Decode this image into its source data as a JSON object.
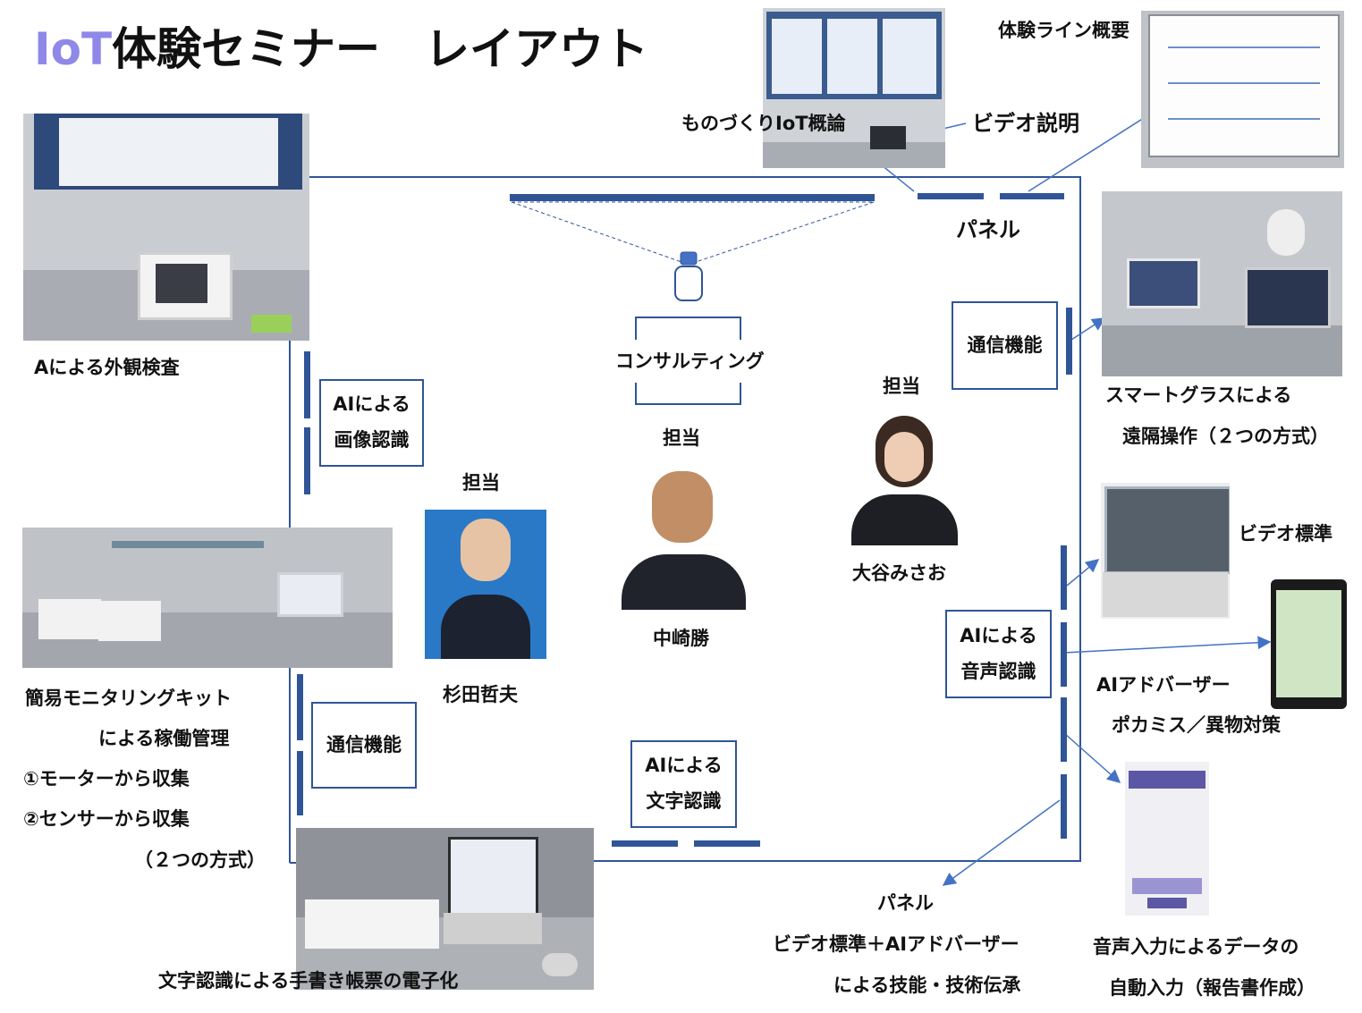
{
  "title": {
    "prefix": "IoT",
    "rest": "体験セミナー　レイアウト"
  },
  "labels": {
    "mono_iot": "ものづくりIoT概論",
    "video_explain": "ビデオ説明",
    "line_overview": "体験ライン概要",
    "panel_top": "パネル",
    "ai_visual": "Aによる外観検査",
    "consulting": "コンサルティング",
    "tanto_center": "担当",
    "tanto_left": "担当",
    "tanto_right": "担当",
    "name_center": "中崎勝",
    "name_left": "杉田哲夫",
    "name_right": "大谷みさお",
    "smartglass_1": "スマートグラスによる",
    "smartglass_2": "遠隔操作（２つの方式）",
    "video_std": "ビデオ標準",
    "ai_advisor": "AIアドバーザー",
    "pokamisu": "ポカミス／異物対策",
    "monitor_1": "簡易モニタリングキット",
    "monitor_2": "による稼働管理",
    "monitor_3": "①モーターから収集",
    "monitor_4": "②センサーから収集",
    "monitor_5": "（２つの方式）",
    "ocr_caption": "文字認識による手書き帳票の電子化",
    "panel_bottom": "パネル",
    "panel_b2": "ビデオ標準＋AIアドバーザー",
    "panel_b3": "による技能・技術伝承",
    "voice_input_1": "音声入力によるデータの",
    "voice_input_2": "自動入力（報告書作成）"
  },
  "boxes": {
    "ai_image": [
      "AIによる",
      "画像認識"
    ],
    "comm_right": [
      "通信機能"
    ],
    "ai_voice": [
      "AIによる",
      "音声認識"
    ],
    "comm_left": [
      "通信機能"
    ],
    "ai_text": [
      "AIによる",
      "文字認識"
    ]
  },
  "colors": {
    "accent": "#2f5597",
    "title_iot": "#8f88e8",
    "arrow": "#4472c4"
  }
}
